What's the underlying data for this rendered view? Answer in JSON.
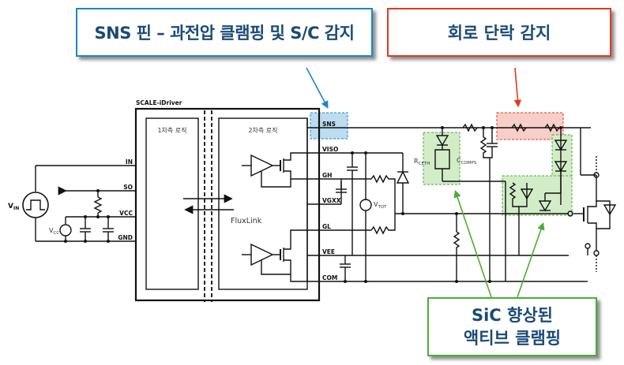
{
  "callouts": {
    "sns": "SNS 핀 – 과전압 클램핑 및 S/C 감지",
    "open_circuit": "회로 단락 감지",
    "sic_line1": "SiC 향상된",
    "sic_line2": "액티브 클램핑"
  },
  "colors": {
    "sns_border": "#1a86c8",
    "open_border": "#e03a1e",
    "sic_border": "#4aae34",
    "callout_text": "#1b4a78",
    "sns_highlight": "#bcdcf0",
    "open_highlight": "#f8cfc8",
    "sic_highlight": "#d3ecc8"
  },
  "diagram": {
    "chip_title": "SCALE-iDriver",
    "primary_logic": "1차측 로직",
    "secondary_logic": "2차측 로직",
    "fluxlink": "FluxLink",
    "pins_left": [
      "IN",
      "SO",
      "VCC",
      "GND"
    ],
    "pins_right": [
      "SNS",
      "VISO",
      "GH",
      "VGXX",
      "GL",
      "VEE",
      "COM"
    ],
    "vin_label": "V",
    "vin_sub": "IN",
    "vcc_label": "V",
    "vcc_sub": "CC",
    "vtot_label": "V",
    "vtot_sub": "TOT",
    "rceth_label": "R",
    "rceth_sub": "CETH",
    "ccomps_label": "C",
    "ccomps_sub": "COMPS"
  }
}
